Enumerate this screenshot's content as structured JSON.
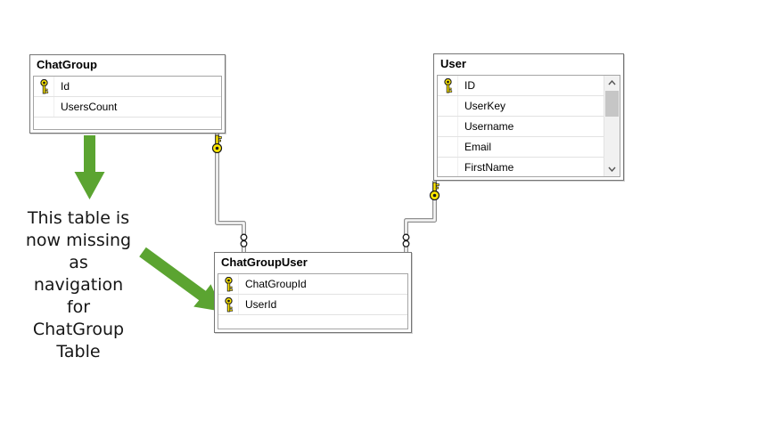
{
  "diagram": {
    "tables": [
      {
        "title": "ChatGroup",
        "columns": [
          {
            "name": "Id",
            "pk": true
          },
          {
            "name": "UsersCount",
            "pk": false
          }
        ]
      },
      {
        "title": "User",
        "has_scrollbar": true,
        "columns": [
          {
            "name": "ID",
            "pk": true
          },
          {
            "name": "UserKey",
            "pk": false
          },
          {
            "name": "Username",
            "pk": false
          },
          {
            "name": "Email",
            "pk": false
          },
          {
            "name": "FirstName",
            "pk": false
          }
        ]
      },
      {
        "title": "ChatGroupUser",
        "columns": [
          {
            "name": "ChatGroupId",
            "pk": true
          },
          {
            "name": "UserId",
            "pk": true
          }
        ]
      }
    ],
    "relationships": [
      {
        "from": "ChatGroup",
        "to": "ChatGroupUser",
        "from_end": "one (key)",
        "to_end": "many (infinity)"
      },
      {
        "from": "User",
        "to": "ChatGroupUser",
        "from_end": "one (key)",
        "to_end": "many (infinity)"
      }
    ]
  },
  "annotation": {
    "text": "This table is\nnow missing\nas\nnavigation\nfor\nChatGroup\nTable"
  },
  "colors": {
    "annotation_arrow_green": "#5ba431",
    "primary_key_yellow": "#ffe800",
    "connector_gray": "#8f8f8f",
    "connector_highlight": "#f7f7f7",
    "table_border_gray": "#767676"
  }
}
